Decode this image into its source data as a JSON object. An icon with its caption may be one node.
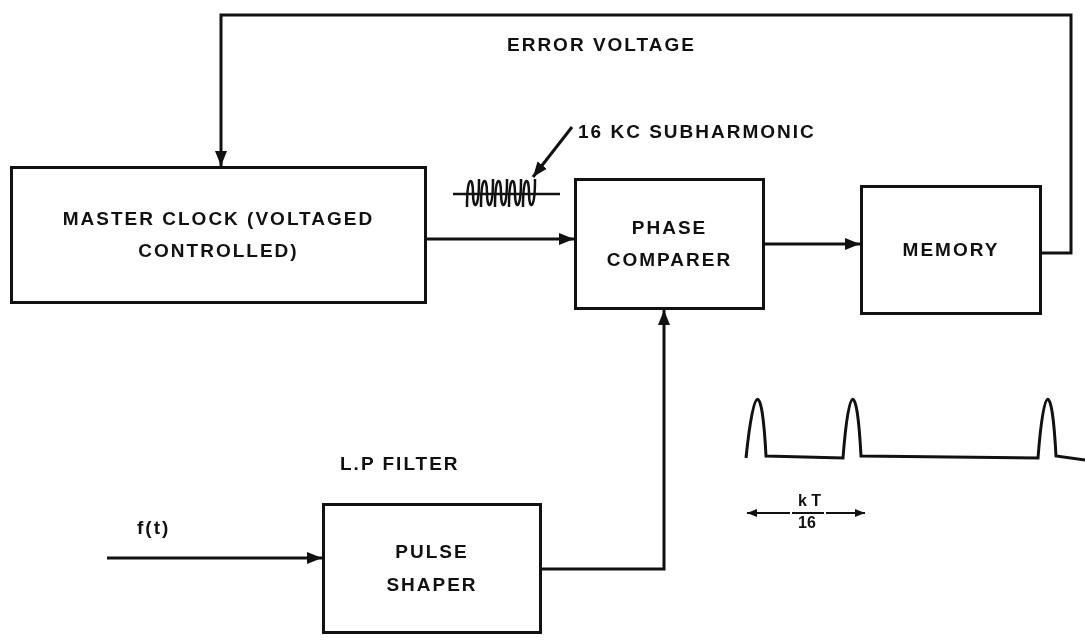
{
  "diagram": {
    "nodes": [
      {
        "text": [
          "MASTER CLOCK (VOLTAGED CONTROLLED)"
        ]
      },
      {
        "text": [
          "PHASE COMPARER"
        ]
      },
      {
        "text": [
          "MEMORY"
        ]
      },
      {
        "text": [
          "PULSE SHAPER"
        ],
        "beside": [
          "L.P FILTER"
        ]
      },
      {
        "text": [
          "16 KC SUBHARMONIC"
        ]
      },
      {
        "text": [],
        "shape": "picture"
      }
    ],
    "edges": [
      {
        "from": 0,
        "to": 1,
        "arrow": "to"
      },
      {
        "from": 1,
        "to": 2,
        "arrow": "to"
      },
      {
        "from": 2,
        "to": 0,
        "arrow": "to",
        "label": "ERROR VOLTAGE"
      },
      {
        "from": 3,
        "to": 1,
        "arrow": "to"
      },
      {
        "from": null,
        "to": 3,
        "arrow": "to",
        "label": "f(t)"
      },
      {
        "from": 4,
        "to": 5,
        "arrow": "to"
      }
    ],
    "labels": [
      "k T",
      "16"
    ]
  }
}
